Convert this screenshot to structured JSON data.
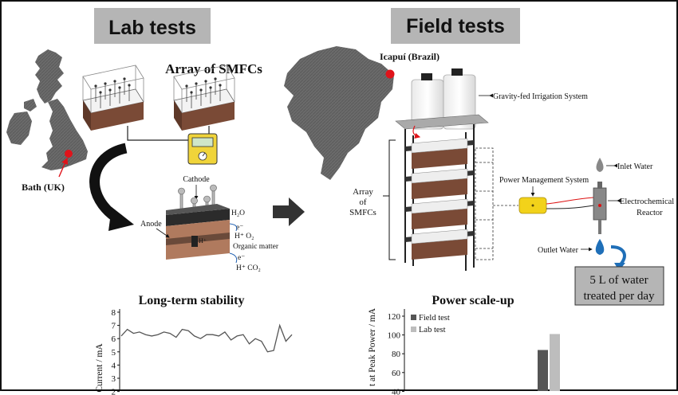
{
  "headers": {
    "lab": "Lab tests",
    "field": "Field tests"
  },
  "lab": {
    "location": "Bath (UK)",
    "array_title": "Array of SMFCs",
    "cathode": "Cathode",
    "anode": "Anode",
    "h2o": "H₂O",
    "e_top": "e⁻",
    "h_o2": "H⁺ O₂",
    "organic": "Organic matter",
    "e_bottom": "e⁻",
    "h_co2": "H⁺ CO₂",
    "h_plus": "H⁺"
  },
  "field": {
    "location": "Icapuí (Brazil)",
    "irrigation": "Gravity-fed Irrigation System",
    "array_line1": "Array",
    "array_line2": "of",
    "array_line3": "SMFCs",
    "power_mgmt": "Power Management System",
    "inlet": "Inlet Water",
    "reactor_line1": "Electrochemical",
    "reactor_line2": "Reactor",
    "outlet": "Outlet Water",
    "result_line1": "5 L of water",
    "result_line2": "treated per day"
  },
  "colors": {
    "header_bg": "#b5b5b5",
    "map_gray": "#6b6b6b",
    "marker_red": "#e0131a",
    "wood_brown": "#7a4a36",
    "outlet_blue": "#1f6fb8",
    "field_bar": "#555555",
    "lab_bar": "#bdbdbd",
    "pms_yellow": "#f2d21a"
  },
  "chart_data": [
    {
      "type": "line",
      "title": "Long-term stability",
      "ylabel": "Current / mA",
      "ylim": [
        2,
        8
      ],
      "yticks": [
        "8",
        "7",
        "6",
        "5",
        "4",
        "3",
        "2"
      ],
      "series": [
        {
          "values": [
            6.2,
            6.7,
            6.4,
            6.5,
            6.3,
            6.2,
            6.3,
            6.5,
            6.4,
            6.1,
            6.7,
            6.6,
            6.2,
            6.0,
            6.3,
            6.3,
            6.2,
            6.5,
            5.9,
            6.2,
            6.3,
            5.6,
            6.0,
            5.8,
            5.0,
            5.1,
            7.0,
            5.8,
            6.3
          ]
        }
      ]
    },
    {
      "type": "bar",
      "title": "Power scale-up",
      "ylabel": "t at Peak Power / mA",
      "ylim": [
        0,
        120
      ],
      "yticks": [
        "120",
        "100",
        "80",
        "60",
        "40"
      ],
      "series": [
        {
          "name": "Field test",
          "values": [
            84
          ]
        },
        {
          "name": "Lab test",
          "values": [
            101
          ]
        }
      ]
    }
  ]
}
